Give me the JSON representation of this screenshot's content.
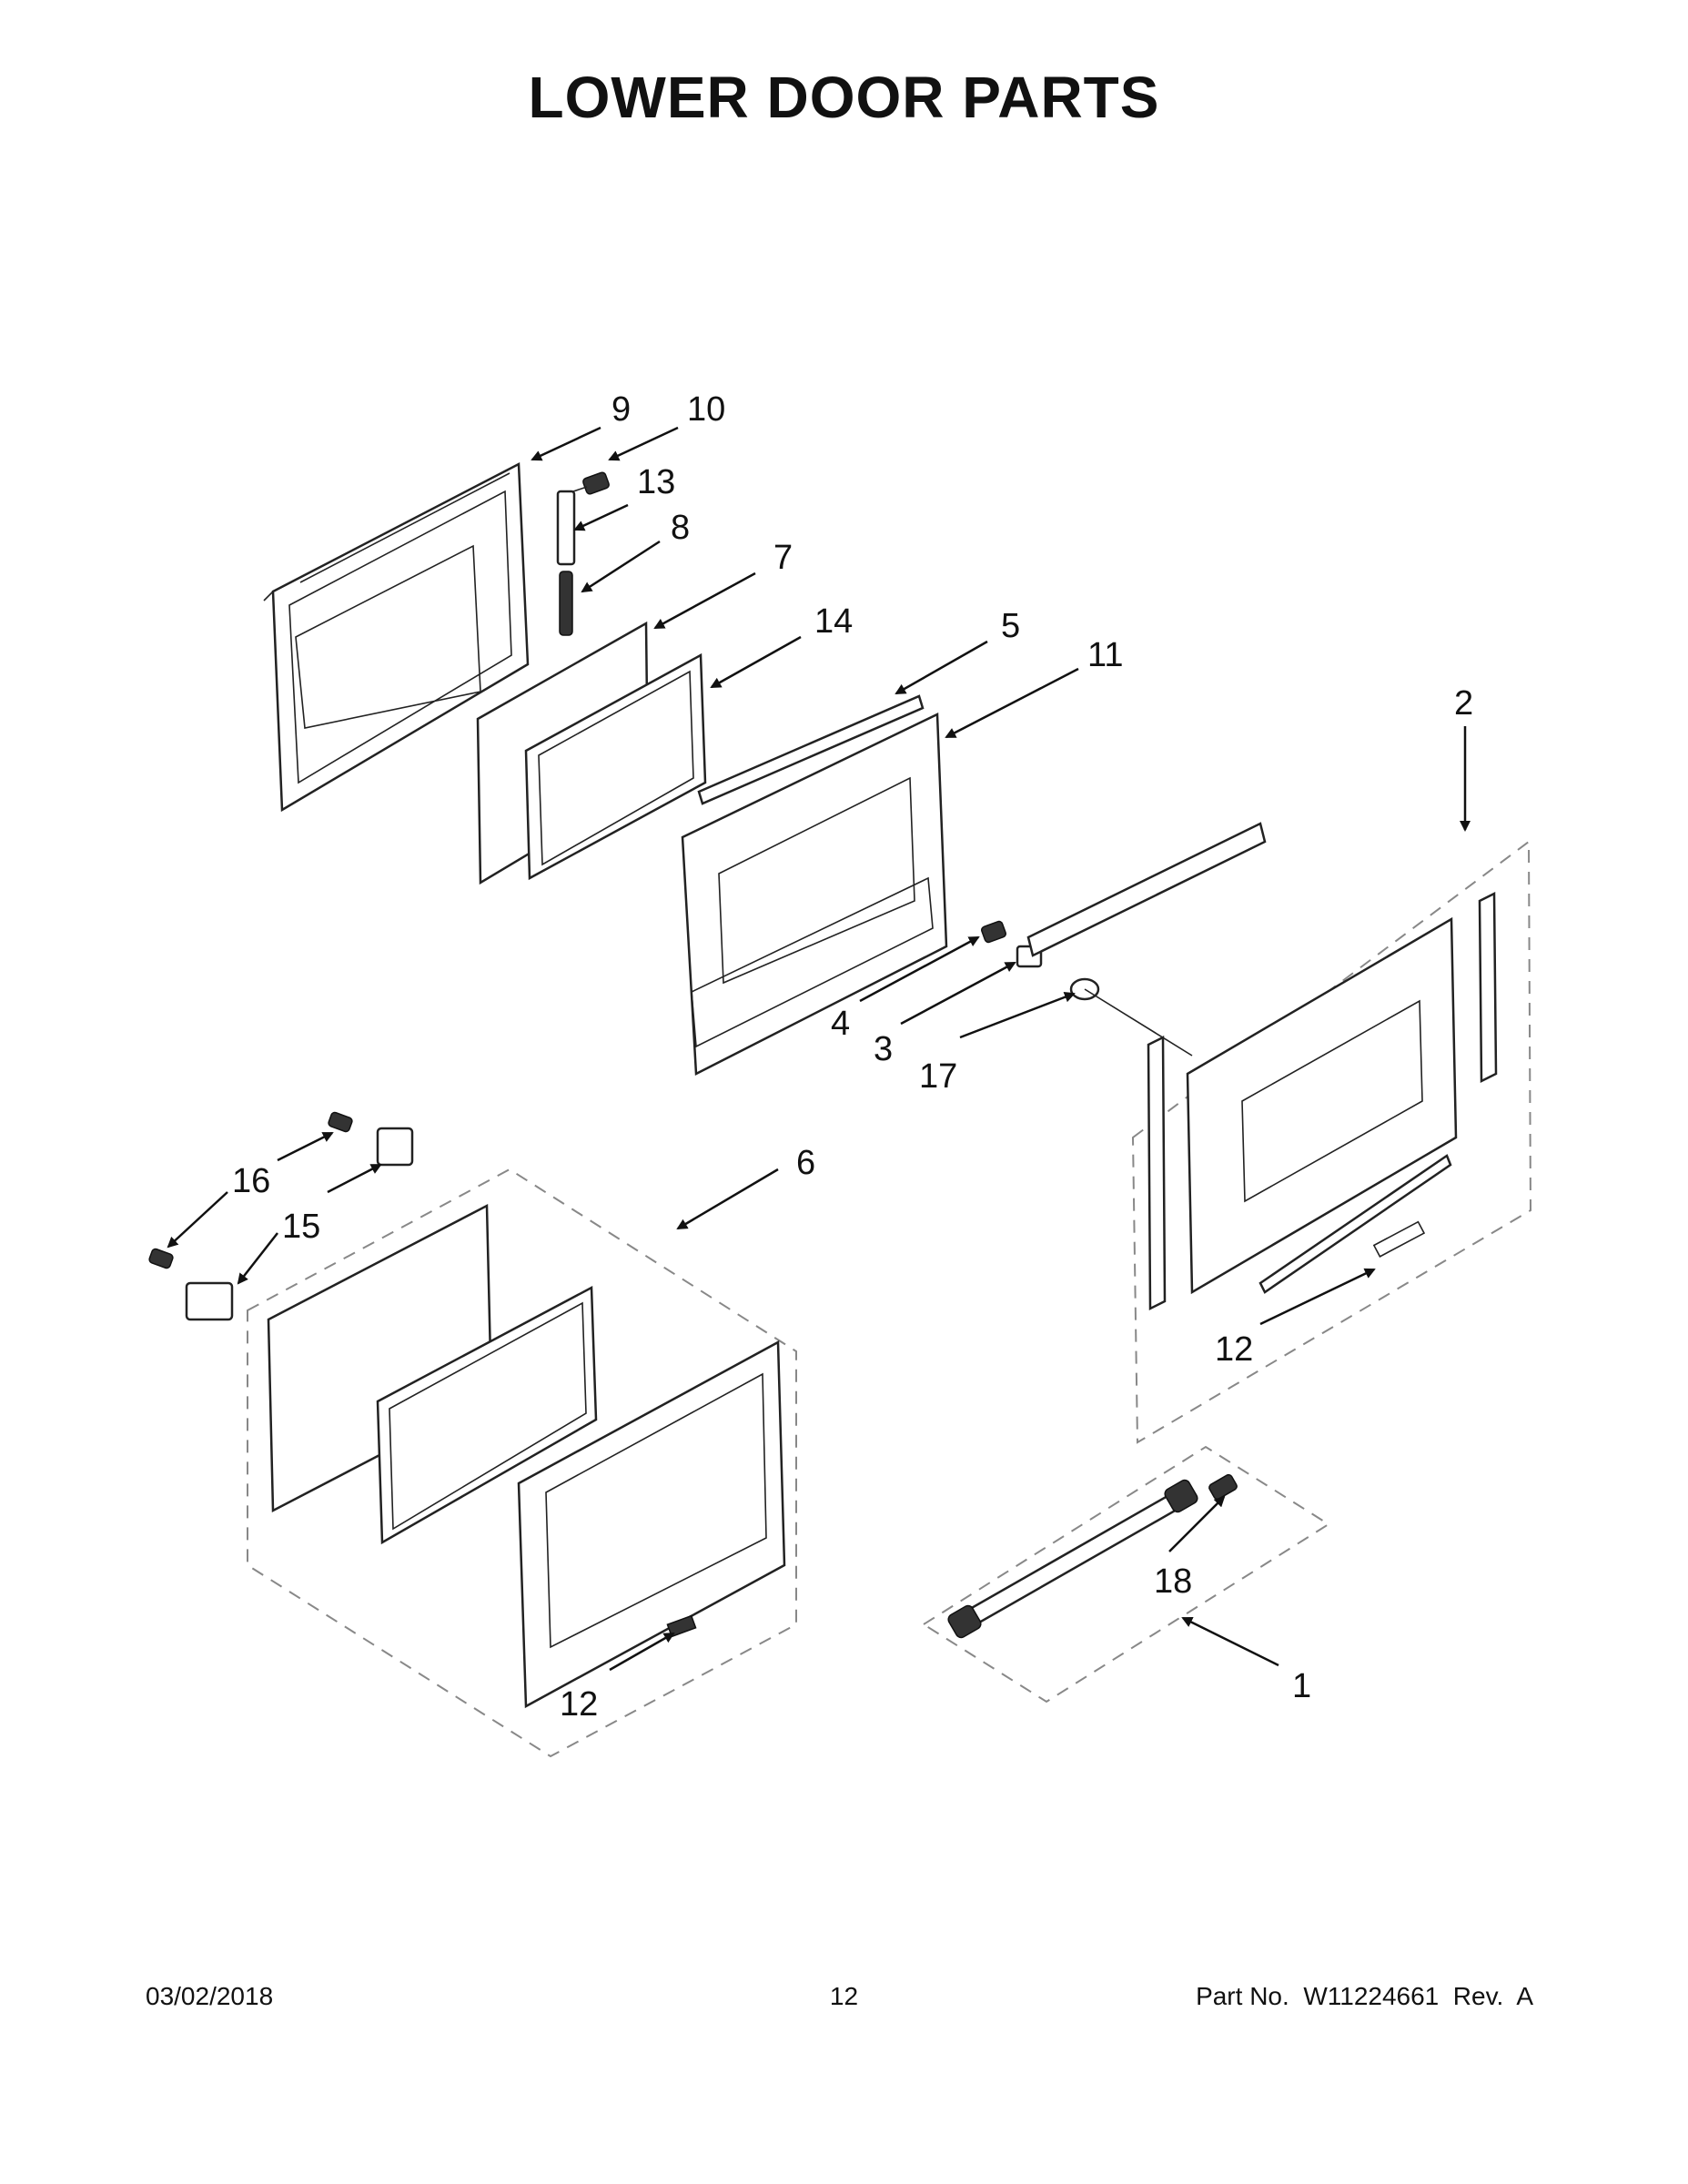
{
  "title": "LOWER DOOR PARTS",
  "callouts": [
    {
      "id": "c9",
      "label": "9"
    },
    {
      "id": "c10",
      "label": "10"
    },
    {
      "id": "c13",
      "label": "13"
    },
    {
      "id": "c8",
      "label": "8"
    },
    {
      "id": "c7",
      "label": "7"
    },
    {
      "id": "c14",
      "label": "14"
    },
    {
      "id": "c5",
      "label": "5"
    },
    {
      "id": "c11",
      "label": "11"
    },
    {
      "id": "c2",
      "label": "2"
    },
    {
      "id": "c4",
      "label": "4"
    },
    {
      "id": "c3",
      "label": "3"
    },
    {
      "id": "c17",
      "label": "17"
    },
    {
      "id": "c16",
      "label": "16"
    },
    {
      "id": "c15",
      "label": "15"
    },
    {
      "id": "c6",
      "label": "6"
    },
    {
      "id": "c12a",
      "label": "12"
    },
    {
      "id": "c12b",
      "label": "12"
    },
    {
      "id": "c18",
      "label": "18"
    },
    {
      "id": "c1",
      "label": "1"
    }
  ],
  "footer": {
    "date": "03/02/2018",
    "page": "12",
    "part_no": "Part No.  W11224661  Rev.  A"
  }
}
